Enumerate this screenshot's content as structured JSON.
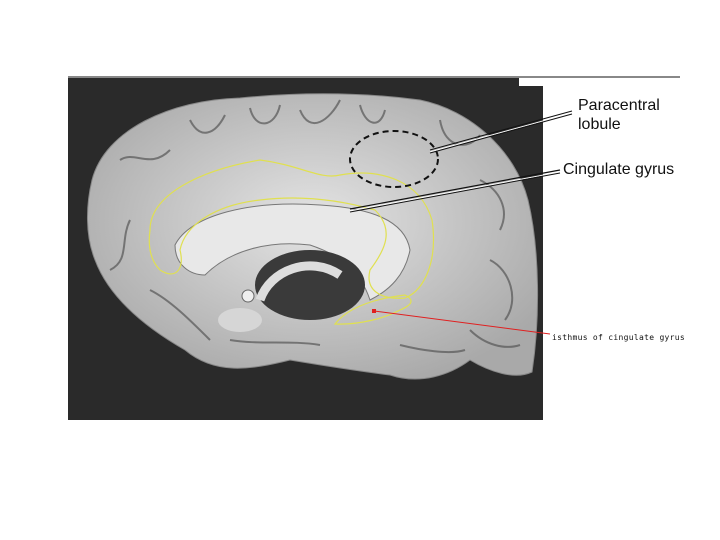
{
  "labels": {
    "paracentral_line1": "Paracentral",
    "paracentral_line2": "lobule",
    "cingulate": "Cingulate gyrus",
    "isthmus": "isthmus of cingulate gyrus"
  },
  "colors": {
    "background": "#2a2a2a",
    "brain": "#c9c9c9",
    "outline": "#e0e050",
    "pointer": "#e02020"
  }
}
